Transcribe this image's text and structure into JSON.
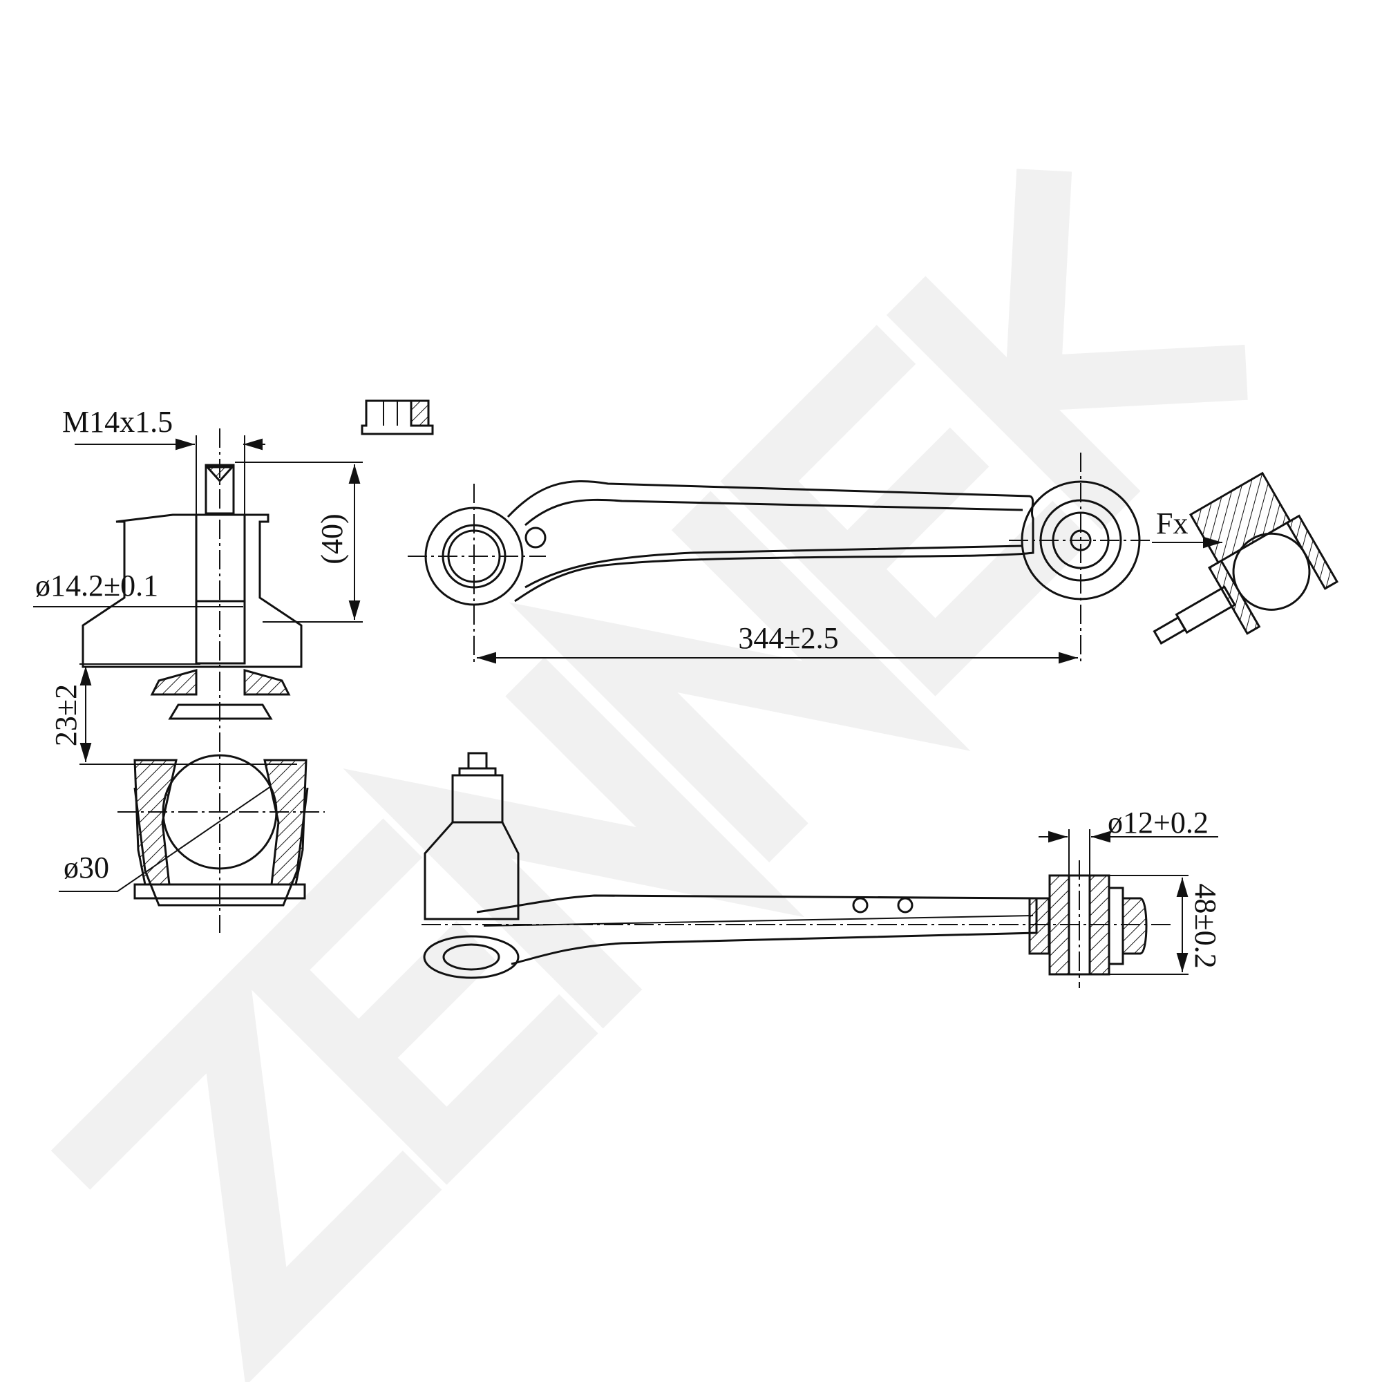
{
  "watermark": "ZENNEK",
  "dimensions": {
    "thread": "M14x1.5",
    "stud_length": "(40)",
    "stud_diameter": "ø14.2±0.1",
    "joint_height": "23±2",
    "ball_diameter": "ø30",
    "arm_length": "344±2.5",
    "force_label": "Fx",
    "bushing_bore": "ø12+0.2",
    "bushing_width": "48±0.2"
  }
}
